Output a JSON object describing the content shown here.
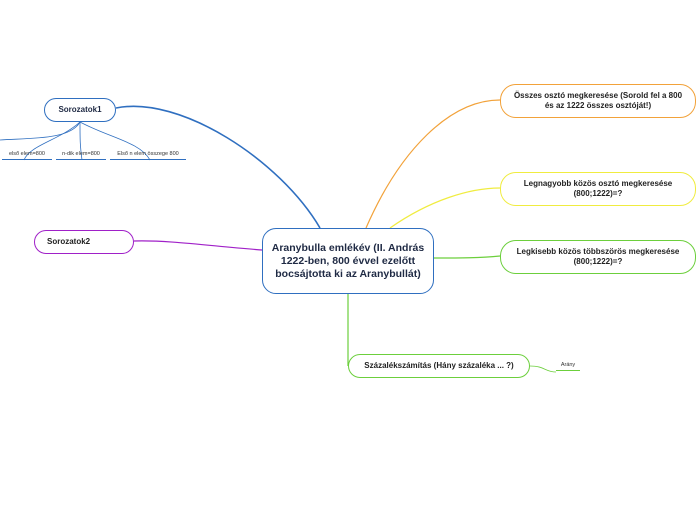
{
  "central": {
    "label": "Aranybulla emlékév (II. András 1222-ben, 800 évvel ezelőtt bocsájtotta ki az Aranybullát)",
    "border_color": "#2f6fc0"
  },
  "topics": {
    "sorozatok1": {
      "label": "Sorozatok1",
      "color": "#2f6fc0",
      "children": [
        "első elem=800",
        "n-dik elem=800",
        "Első n elem összege 800"
      ]
    },
    "sorozatok2": {
      "label": "Sorozatok2",
      "color": "#a020c8"
    },
    "osszes_oszto": {
      "label": "Összes osztó megkeresése (Sorold fel a 800 és az 1222 összes osztóját!)",
      "color": "#f2a23a"
    },
    "lnko": {
      "label": "Legnagyobb közös osztó megkeresése (800;1222)=?",
      "color": "#f0ec40"
    },
    "lkkt": {
      "label": "Legkisebb közös többszörös megkeresése (800;1222)=?",
      "color": "#6ccf3c"
    },
    "szazalek": {
      "label": "Százalékszámítás (Hány százaléka ... ?)",
      "color": "#6ccf3c",
      "children": [
        "Arány"
      ]
    }
  }
}
